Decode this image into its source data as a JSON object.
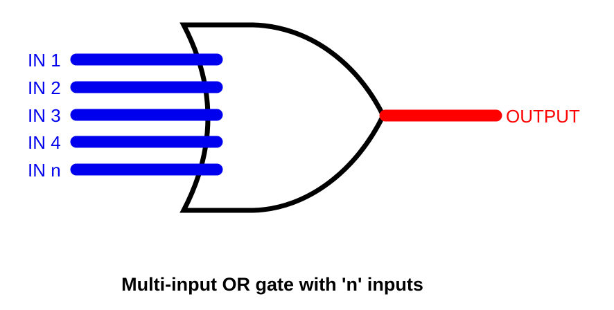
{
  "colors": {
    "input": "#0000ee",
    "output": "#ff0000",
    "gate": "#000000",
    "caption": "#000000"
  },
  "gate": {
    "type": "OR"
  },
  "inputs": [
    {
      "label": "IN 1"
    },
    {
      "label": "IN 2"
    },
    {
      "label": "IN 3"
    },
    {
      "label": "IN 4"
    },
    {
      "label": "IN n"
    }
  ],
  "output": {
    "label": "OUTPUT"
  },
  "caption": "Multi-input OR gate with 'n' inputs"
}
